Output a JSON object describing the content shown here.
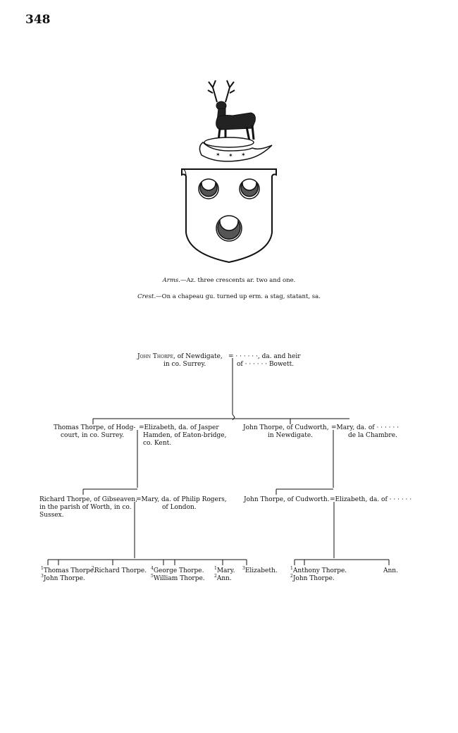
{
  "page_number": "348",
  "arms": {
    "arms_label": "Arms.",
    "arms_text": "—Az. three crescents ar. two and one.",
    "crest_label": "Crest.",
    "crest_text": "—On a chapeau gu. turned up erm. a stag, statant, sa."
  },
  "generation1": {
    "husband_first": "John Thorpe",
    "husband_rest": ", of Newdigate,",
    "husband_line2": "in co. Surrey.",
    "wife_line1": "= · · · · · ·, da. and heir",
    "wife_line2": "of · · · · · · Bowett."
  },
  "generation2": {
    "left_husband_line1": "Thomas Thorpe, of Hodg-",
    "left_husband_line2": "court, in co. Surrey.",
    "left_wife_line1": "=Elizabeth, da. of Jasper",
    "left_wife_line2": "Hamden, of Eaton-bridge,",
    "left_wife_line3": "co. Kent.",
    "right_husband_line1": "John Thorpe, of Cudworth,",
    "right_husband_line2": "in Newdigate.",
    "right_wife_line1": "=Mary, da. of · · · · · ·",
    "right_wife_line2": "de la Chambre."
  },
  "generation3": {
    "left_husband_line1": "Richard Thorpe, of Gibseaven,",
    "left_husband_line2": "in the parish of Worth, in co.",
    "left_husband_line3": "Sussex.",
    "left_wife_line1": "=Mary, da. of Philip Rogers,",
    "left_wife_line2": "of London.",
    "right_husband_line1": "John Thorpe, of Cudworth.",
    "right_wife_line1": "=Elizabeth, da. of · · · · · ·"
  },
  "generation4_left": [
    {
      "num": "1",
      "name": "Thomas Thorpe."
    },
    {
      "num": "2",
      "name": "Richard Thorpe."
    },
    {
      "num": "4",
      "name": "George Thorpe."
    },
    {
      "num": "1",
      "name": "Mary."
    },
    {
      "num": "3",
      "name": "Elizabeth."
    },
    {
      "num": "3",
      "name": "John Thorpe."
    },
    {
      "num": "5",
      "name": "William Thorpe."
    },
    {
      "num": "2",
      "name": "Ann."
    }
  ],
  "generation4_right": [
    {
      "num": "1",
      "name": "Anthony Thorpe."
    },
    {
      "num": "",
      "name": "Ann."
    },
    {
      "num": "2",
      "name": "John Thorpe."
    }
  ]
}
